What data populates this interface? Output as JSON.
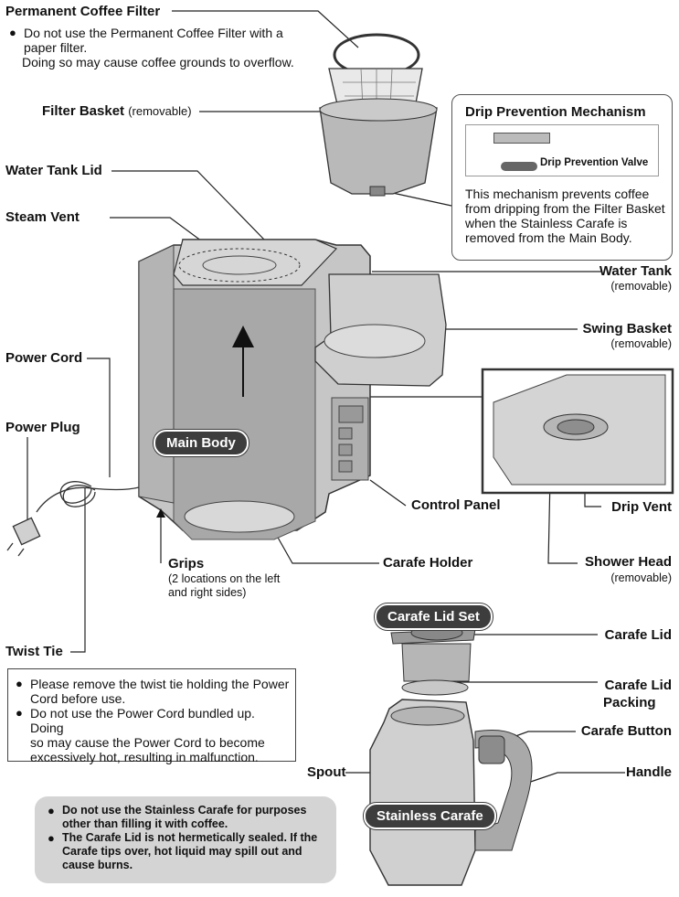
{
  "labels": {
    "permanent_filter": "Permanent Coffee Filter",
    "filter_basket": "Filter Basket",
    "filter_basket_sub": "(removable)",
    "water_tank_lid": "Water Tank Lid",
    "steam_vent": "Steam Vent",
    "power_cord": "Power Cord",
    "power_plug": "Power Plug",
    "main_body": "Main Body",
    "water_tank": "Water Tank",
    "water_tank_sub": "(removable)",
    "swing_basket": "Swing Basket",
    "swing_basket_sub": "(removable)",
    "control_panel": "Control Panel",
    "drip_vent": "Drip Vent",
    "shower_head": "Shower Head",
    "shower_head_sub": "(removable)",
    "grips": "Grips",
    "grips_sub1": "(2 locations on the left",
    "grips_sub2": "and right sides)",
    "carafe_holder": "Carafe Holder",
    "twist_tie": "Twist Tie",
    "carafe_lid_set": "Carafe Lid Set",
    "carafe_lid": "Carafe Lid",
    "carafe_lid_packing_1": "Carafe Lid",
    "carafe_lid_packing_2": "Packing",
    "carafe_button": "Carafe Button",
    "spout": "Spout",
    "handle": "Handle",
    "stainless_carafe": "Stainless Carafe"
  },
  "notes": {
    "filter": {
      "line1": "Do not use the Permanent Coffee Filter with a",
      "line2": "paper filter.",
      "line3": "Doing so may cause coffee grounds to overflow."
    },
    "drip": {
      "title": "Drip Prevention Mechanism",
      "valve_label": "Drip Prevention Valve",
      "line1": "This mechanism prevents coffee",
      "line2": "from dripping from the Filter Basket",
      "line3": "when the Stainless Carafe is",
      "line4": "removed from the Main Body."
    },
    "twist": {
      "b1_l1": "Please remove the twist tie holding the Power",
      "b1_l2": "Cord before use.",
      "b2_l1": "Do not use the Power Cord bundled up. Doing",
      "b2_l2": "so may cause the Power Cord to become",
      "b2_l3": "excessively hot, resulting in malfunction."
    },
    "carafe": {
      "b1_l1": "Do not use the Stainless Carafe for purposes",
      "b1_l2": "other than filling it with coffee.",
      "b2_l1": "The Carafe Lid is not hermetically sealed. If the",
      "b2_l2": "Carafe tips over, hot liquid may spill out and",
      "b2_l3": "cause burns."
    }
  },
  "colors": {
    "body_fill": "#c9c9c9",
    "body_dark": "#8f8f8f",
    "line": "#222222",
    "pill": "#3d3d3d",
    "note_bg": "#d4d4d4"
  }
}
